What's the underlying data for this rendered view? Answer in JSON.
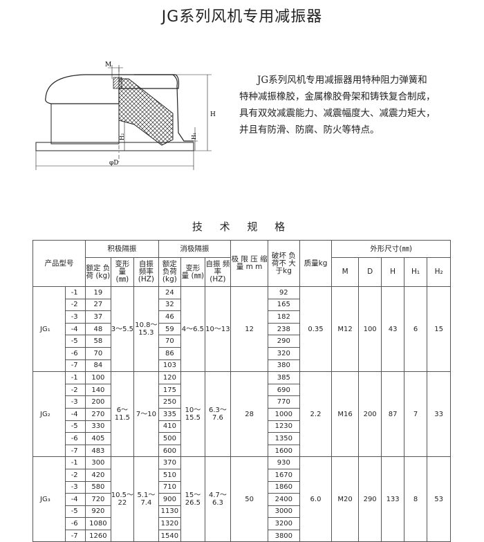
{
  "page_title": "JG系列风机专用减振器",
  "description": [
    "JG系列风机专用减振器用特种阻力弹簧和",
    "特种减振橡胶，金属橡胶骨架和铸铁复合制成，",
    "具有双效减震能力、减震幅度大、减震力矩大，",
    "并且有防滑、防腐、防火等特点。"
  ],
  "drawing_labels": {
    "m": "M",
    "h": "H",
    "h1": "H₁",
    "h2": "H₂",
    "d": "φD"
  },
  "section_title": "技 术 规 格",
  "table": {
    "header": {
      "model": "产品型号",
      "group_accum": "积极隔振",
      "group_elim": "消极隔振",
      "limit": "极 限 压 缩 量 m m",
      "break": "破坏 负荷不 大于kg",
      "mass": "质量kg",
      "group_dims": "外形尺寸(㎜)",
      "rated_load": "额定 负荷 (kg)",
      "deform": "变形 量 (㎜)",
      "freq": "自振 频率 (HZ)",
      "dims": [
        "M",
        "D",
        "H",
        "H₁",
        "H₂"
      ]
    },
    "groups": [
      {
        "model": "JG₁",
        "subs": [
          "-1",
          "-2",
          "-3",
          "-4",
          "-5",
          "-6",
          "-7"
        ],
        "accum_load": [
          "19",
          "27",
          "37",
          "48",
          "58",
          "70",
          "84"
        ],
        "accum_deform": "3～5.5",
        "accum_freq": "10.8～15.3",
        "elim_load": [
          "24",
          "32",
          "46",
          "59",
          "70",
          "86",
          "103"
        ],
        "elim_deform": "4～6.5",
        "elim_freq": "10～13",
        "limit": "12",
        "break": [
          "92",
          "165",
          "182",
          "238",
          "290",
          "320",
          "380"
        ],
        "mass": "0.35",
        "dims": [
          "M12",
          "100",
          "43",
          "6",
          "15"
        ]
      },
      {
        "model": "JG₂",
        "subs": [
          "-1",
          "-2",
          "-3",
          "-4",
          "-5",
          "-6",
          "-7"
        ],
        "accum_load": [
          "100",
          "140",
          "200",
          "270",
          "330",
          "405",
          "483"
        ],
        "accum_deform": "6～11.5",
        "accum_freq": "7～10",
        "elim_load": [
          "120",
          "175",
          "250",
          "335",
          "410",
          "500",
          "600"
        ],
        "elim_deform": "10～15.5",
        "elim_freq": "6.3～7.6",
        "limit": "28",
        "break": [
          "385",
          "690",
          "770",
          "1000",
          "1230",
          "1350",
          "1600"
        ],
        "mass": "2.2",
        "dims": [
          "M16",
          "200",
          "87",
          "7",
          "33"
        ]
      },
      {
        "model": "JG₃",
        "subs": [
          "-1",
          "-2",
          "-3",
          "-4",
          "-5",
          "-6",
          "-7"
        ],
        "accum_load": [
          "300",
          "420",
          "580",
          "720",
          "920",
          "1080",
          "1260"
        ],
        "accum_deform": "10.5～22",
        "accum_freq": "5.1～7.4",
        "elim_load": [
          "370",
          "510",
          "710",
          "900",
          "1130",
          "1320",
          "1540"
        ],
        "elim_deform": "15～26.5",
        "elim_freq": "4.7～6.3",
        "limit": "50",
        "break": [
          "930",
          "1670",
          "1860",
          "2400",
          "3000",
          "3200",
          "3800"
        ],
        "mass": "6.0",
        "dims": [
          "M20",
          "290",
          "133",
          "8",
          "53"
        ]
      }
    ]
  }
}
